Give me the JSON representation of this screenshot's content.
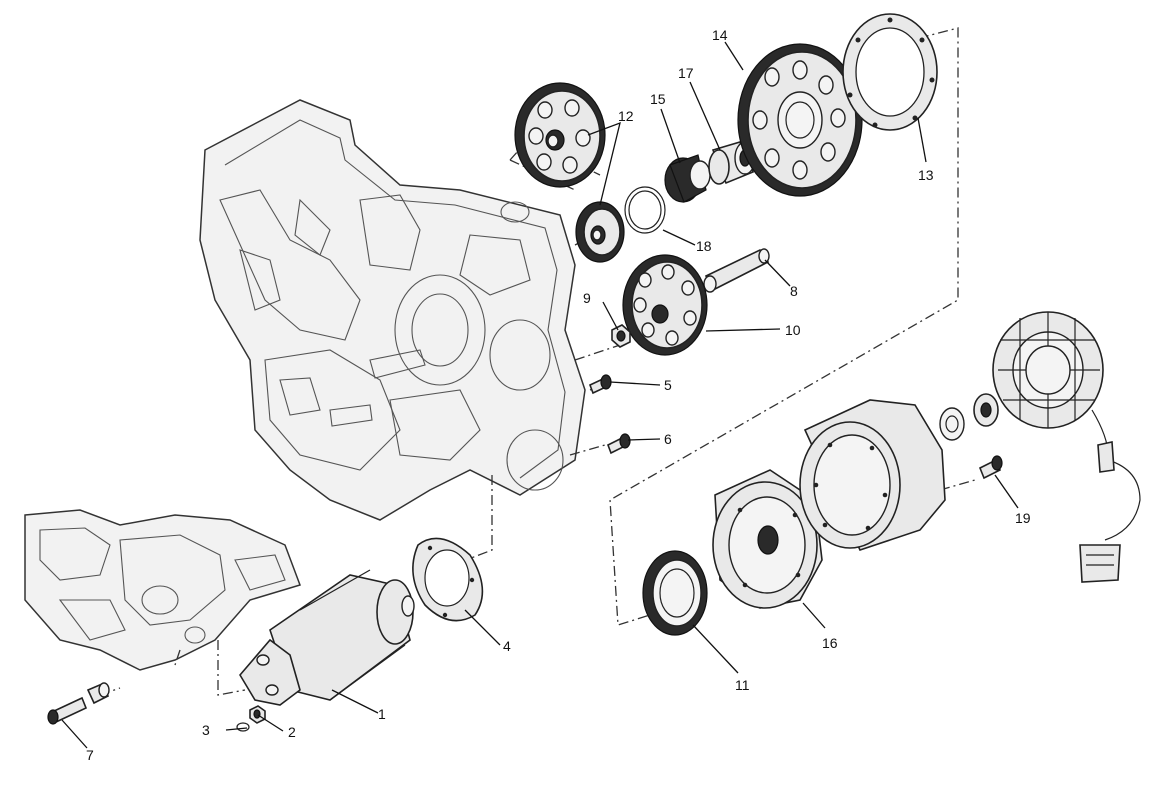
{
  "callouts": [
    {
      "id": "c1",
      "text": "1"
    },
    {
      "id": "c2",
      "text": "2"
    },
    {
      "id": "c3",
      "text": "3"
    },
    {
      "id": "c4",
      "text": "4"
    },
    {
      "id": "c5",
      "text": "5"
    },
    {
      "id": "c6",
      "text": "6"
    },
    {
      "id": "c7",
      "text": "7"
    },
    {
      "id": "c8",
      "text": "8"
    },
    {
      "id": "c9",
      "text": "9"
    },
    {
      "id": "c10",
      "text": "10"
    },
    {
      "id": "c11",
      "text": "11"
    },
    {
      "id": "c12",
      "text": "12"
    },
    {
      "id": "c13",
      "text": "13"
    },
    {
      "id": "c14",
      "text": "14"
    },
    {
      "id": "c15",
      "text": "15"
    },
    {
      "id": "c16",
      "text": "16"
    },
    {
      "id": "c17",
      "text": "17"
    },
    {
      "id": "c18",
      "text": "18"
    },
    {
      "id": "c19",
      "text": "19"
    }
  ],
  "colors": {
    "line": "#222222",
    "fill": "#e9e9e9",
    "background": "#ffffff"
  }
}
